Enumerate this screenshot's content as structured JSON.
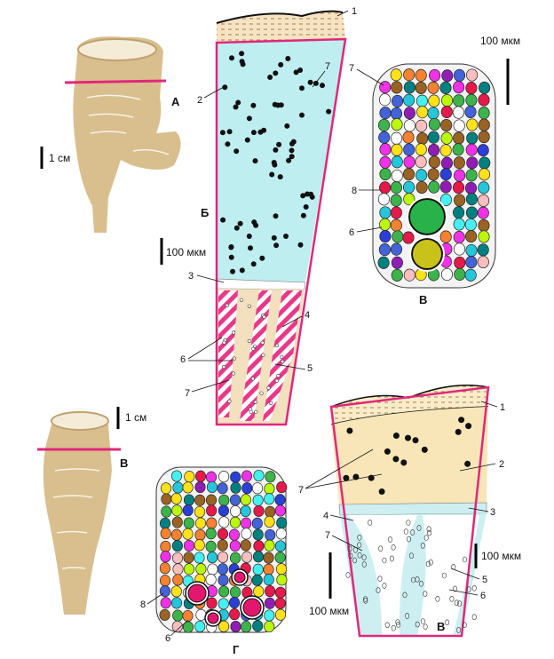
{
  "panels": {
    "a": "А",
    "b": "Б",
    "v_top": "В",
    "v_root": "В",
    "g": "Г",
    "v_bottom": "В"
  },
  "scales": {
    "cm_top": "1 см",
    "cm_bottom": "1 см",
    "mkm_top_section": "100 мкм",
    "mkm_top_right": "100 мкм",
    "mkm_bottom_right": "100 мкм",
    "mkm_bottom_mid": "100 мкм"
  },
  "callouts": {
    "top_section": [
      "1",
      "2",
      "7",
      "3",
      "4",
      "6",
      "5",
      "7"
    ],
    "top_bundle": [
      "7",
      "8",
      "6"
    ],
    "bottom_section": [
      "1",
      "2",
      "3",
      "7",
      "4",
      "7",
      "5",
      "6"
    ],
    "bottom_bundle": [
      "8",
      "6"
    ]
  },
  "colors": {
    "root": "#d9bf8e",
    "cut_line": "#e0287a",
    "cortex_top": "#bfeef0",
    "cortex_bottom": "#f8e6b8",
    "xylem_top": "#f3e0bf",
    "xylem_bottom": "#cdeff1",
    "hatch": "#e8388a"
  }
}
